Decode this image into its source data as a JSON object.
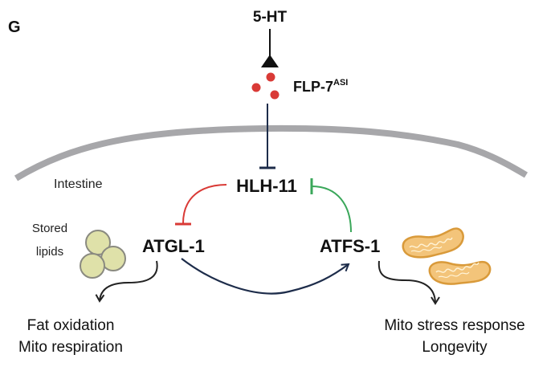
{
  "panel_label": "G",
  "nodes": {
    "serotonin": "5-HT",
    "flp7": "FLP-7",
    "flp7_superscript": "ASI",
    "hlh11": "HLH-11",
    "atgl1": "ATGL-1",
    "atfs1": "ATFS-1"
  },
  "labels": {
    "tissue": "Intestine",
    "stored_lipids_line1": "Stored",
    "stored_lipids_line2": "lipids",
    "atgl_outcome_line1": "Fat oxidation",
    "atgl_outcome_line2": "Mito respiration",
    "atfs_outcome_line1": "Mito stress response",
    "atfs_outcome_line2": "Longevity"
  },
  "edges": [
    {
      "from": "5-HT",
      "to": "FLP-7",
      "type": "activation"
    },
    {
      "from": "FLP-7",
      "to": "HLH-11",
      "type": "inhibition"
    },
    {
      "from": "HLH-11",
      "to": "ATGL-1",
      "type": "inhibition"
    },
    {
      "from": "ATFS-1",
      "to": "HLH-11",
      "type": "inhibition"
    },
    {
      "from": "ATGL-1",
      "to": "ATFS-1",
      "type": "activation"
    },
    {
      "from": "ATGL-1",
      "to": "Fat oxidation / Mito respiration",
      "type": "activation"
    },
    {
      "from": "ATFS-1",
      "to": "Mito stress response / Longevity",
      "type": "activation"
    }
  ],
  "colors": {
    "membrane": "#a7a7aa",
    "neuropeptide": "#d93a36",
    "inhibit_red": "#d93a36",
    "inhibit_green": "#3aa75a",
    "navy": "#1d2c4a",
    "lipid_fill": "#dfe1a9",
    "lipid_stroke": "#8a8a80",
    "mito_fill": "#f3c47a",
    "mito_stroke": "#d99a3a",
    "text": "#111111"
  }
}
